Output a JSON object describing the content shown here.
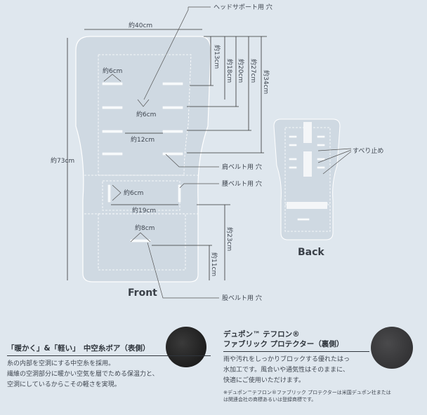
{
  "labels": {
    "head_support": "ヘッドサポート用 穴",
    "width_40": "約40cm",
    "d13": "約13cm",
    "d18": "約18cm",
    "d20": "約20cm",
    "d27": "約27cm",
    "d34": "約34cm",
    "d73": "約73cm",
    "d6a": "約6cm",
    "d6b": "約6cm",
    "d12": "約12cm",
    "shoulder_belt": "肩ベルト用 穴",
    "waist_belt": "腰ベルト用 穴",
    "d6c": "約6cm",
    "d19": "約19cm",
    "d8": "約8cm",
    "d23": "約23cm",
    "d11": "約11cm",
    "crotch_belt": "股ベルト用 穴",
    "front": "Front",
    "back": "Back",
    "anti_slip": "すべり止め"
  },
  "sections": {
    "left": {
      "title": "「暖かく」&「軽い」　中空糸ボア（表側）",
      "body": "糸の内部を空洞にする中空糸を採用。\n繊維の空洞部分に暖かい空気を層でためる保温力と、\n空洞にしているからこその軽さを実現。"
    },
    "right": {
      "title_line1": "デュポン™ テフロン®",
      "title_line2": "ファブリック プロテクター（裏側）",
      "body": "雨や汚れをしっかりブロックする優れたはっ\n水加工です。風合いや通気性はそのままに、\n快適にご使用いただけます。",
      "note": "※デュポン™テフロン®ファブリック プロテクターは米国デュポン社または\nは関連会社の商標あるいは登録商標です。"
    }
  },
  "colors": {
    "background": "#dfe7ee",
    "pad": "#cfd9e2",
    "swatch_left": "#1e1e1e",
    "swatch_right": "#3a3a3c"
  }
}
